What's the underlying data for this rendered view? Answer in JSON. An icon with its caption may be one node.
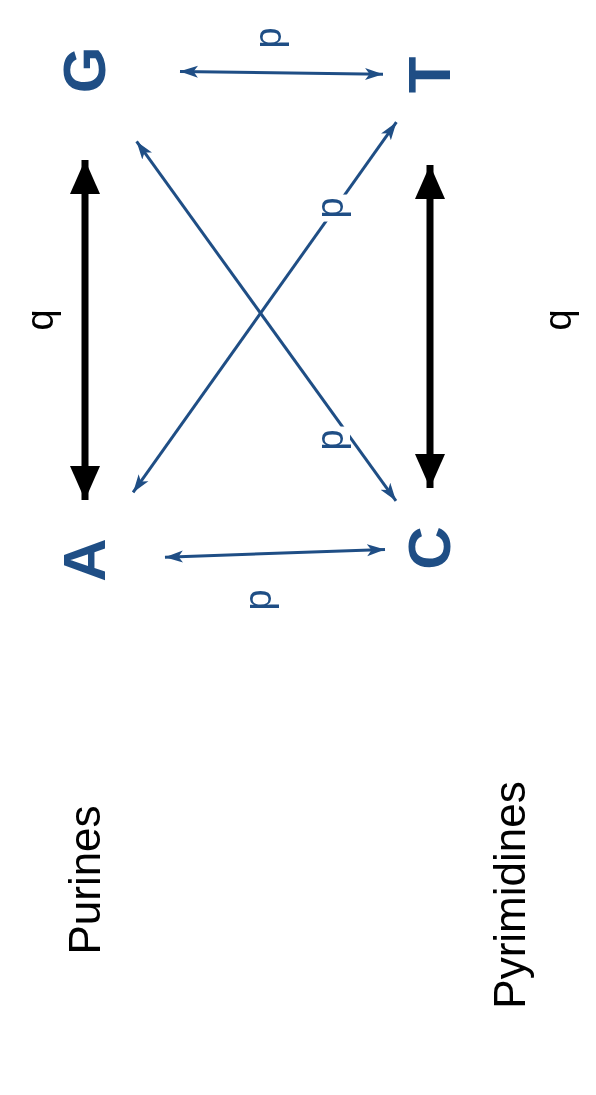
{
  "diagram": {
    "nodes": [
      {
        "text": [
          "A"
        ]
      },
      {
        "text": [
          "G"
        ]
      },
      {
        "text": [
          "C"
        ]
      },
      {
        "text": [
          "T"
        ]
      }
    ],
    "edges": [
      {
        "from": 0,
        "to": 1,
        "arrow": "both",
        "label": "q",
        "style": "thick",
        "color": "#000000"
      },
      {
        "from": 2,
        "to": 3,
        "arrow": "both",
        "label": "q",
        "style": "thick",
        "color": "#000000"
      },
      {
        "from": 0,
        "to": 2,
        "arrow": "both",
        "label": "p"
      },
      {
        "from": 1,
        "to": 3,
        "arrow": "both",
        "label": "p"
      },
      {
        "from": 0,
        "to": 3,
        "arrow": "both",
        "label": "p"
      },
      {
        "from": 1,
        "to": 2,
        "arrow": "both",
        "label": "p"
      }
    ],
    "labels": [
      "Purines",
      "Pyrimidines"
    ]
  }
}
